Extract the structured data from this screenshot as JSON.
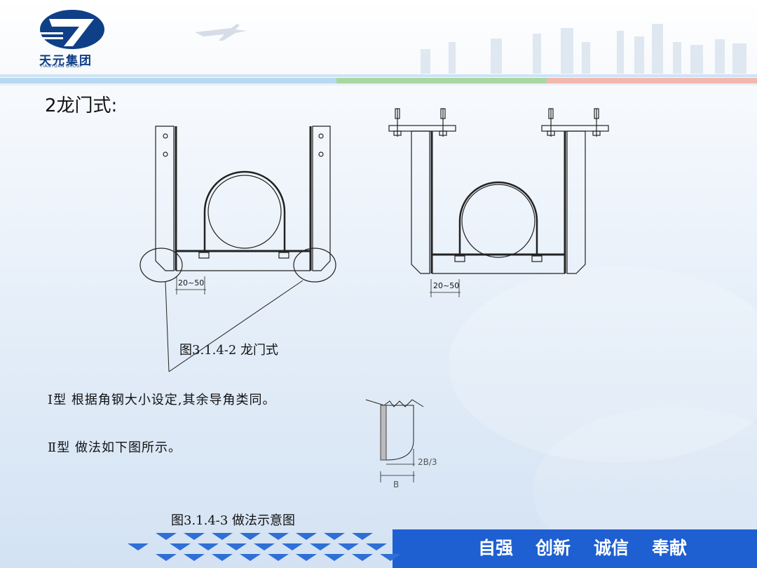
{
  "colors": {
    "brand_blue": "#0f3f86",
    "footer_blue": "#1e5fd1",
    "stripe_green": "#a9d7a2",
    "stripe_red": "#f2b8b0"
  },
  "logo": {
    "name": "天元集团",
    "sub": "TIANYUAN GROUP"
  },
  "slide": {
    "title": "2龙门式:",
    "figure1_caption": "图3.1.4-2 龙门式",
    "line_type1": "Ⅰ型 根据角钢大小设定,其余导角类同。",
    "line_type2": "Ⅱ型 做法如下图所示。",
    "figure2_caption": "图3.1.4-3 做法示意图"
  },
  "diagram": {
    "left_dim": "20~50",
    "right_dim": "20~50",
    "detail_dim_side": "2B/3",
    "detail_dim_bottom": "B"
  },
  "footer": {
    "motto": [
      "自强",
      "创新",
      "诚信",
      "奉献"
    ]
  }
}
